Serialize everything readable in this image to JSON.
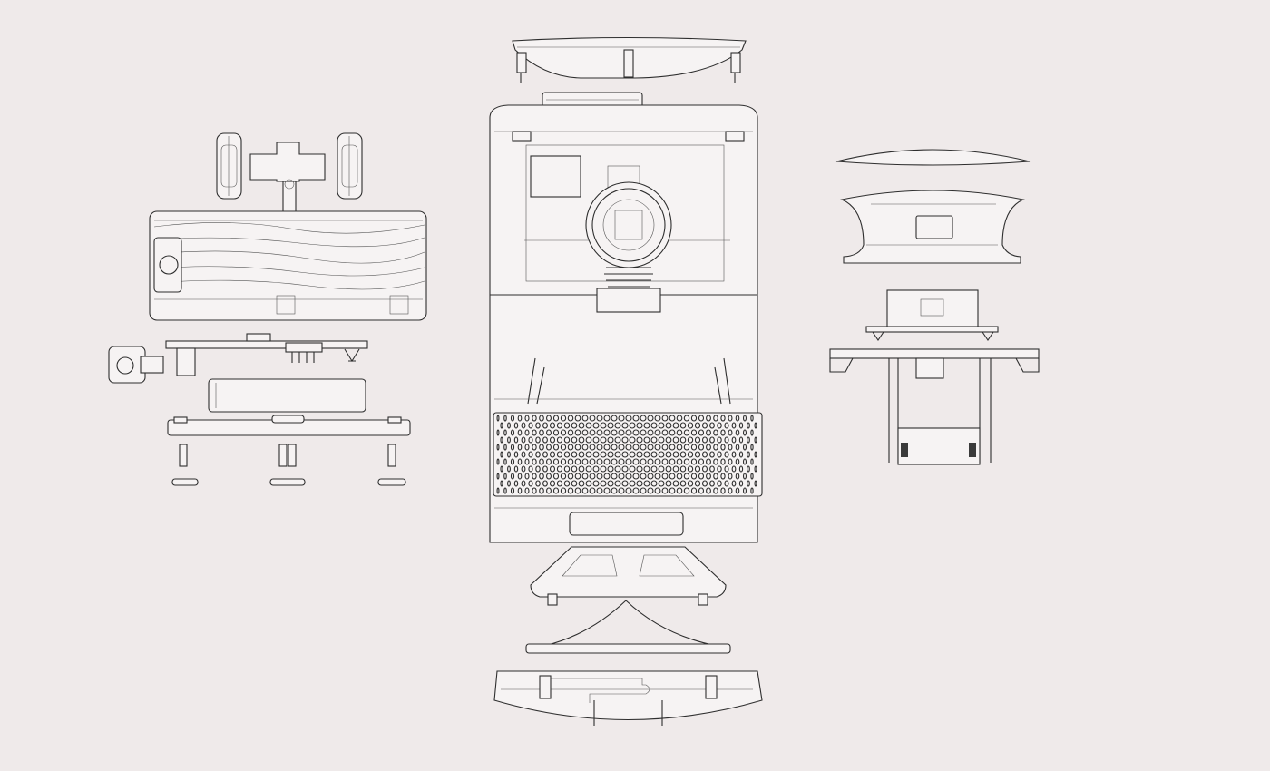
{
  "diagram": {
    "type": "exploded-view line drawing",
    "colors": {
      "background": "#efeaea",
      "line": "#2e2e2e",
      "part_fill": "#f6f3f3"
    },
    "groups": [
      {
        "id": "left-assembly",
        "parts": [
          "wheel-left",
          "wheel-right",
          "axle-bracket",
          "battery-roller",
          "circuit-board",
          "camera-module",
          "battery-box",
          "base-plate",
          "pegs"
        ]
      },
      {
        "id": "center-assembly",
        "parts": [
          "top-lid",
          "top-insert",
          "main-body",
          "lens-assembly",
          "speaker-grille",
          "speaker-cone",
          "base-cover"
        ]
      },
      {
        "id": "right-assembly",
        "parts": [
          "dome-cap",
          "dome-housing",
          "sensor-module",
          "mount-frame",
          "mount-box"
        ]
      }
    ]
  }
}
